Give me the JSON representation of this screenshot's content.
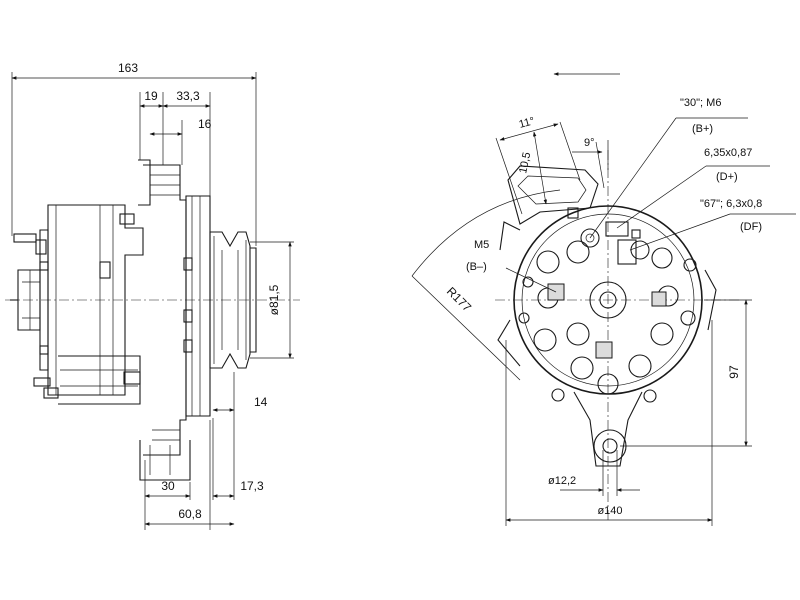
{
  "side_view": {
    "dim_overall_length": "163",
    "dim_19": "19",
    "dim_33_3": "33,3",
    "dim_16": "16",
    "dim_pulley_diameter": "ø81,5",
    "dim_14": "14",
    "dim_30": "30",
    "dim_17_3": "17,3",
    "dim_60_8": "60,8"
  },
  "front_view": {
    "angle_11": "11°",
    "dim_10_5": "10,5",
    "angle_9": "9°",
    "terminal_b_plus_spec": "\"30\"; M6",
    "terminal_b_plus": "(B+)",
    "terminal_d_plus_spec": "6,35x0,87",
    "terminal_d_plus": "(D+)",
    "terminal_df_spec": "\"67\"; 6,3x0,8",
    "terminal_df": "(DF)",
    "terminal_b_minus_spec": "M5",
    "terminal_b_minus": "(B–)",
    "radius_r177": "R177",
    "dim_97": "97",
    "dim_hole_diameter": "ø12,2",
    "dim_width_140": "ø140"
  }
}
